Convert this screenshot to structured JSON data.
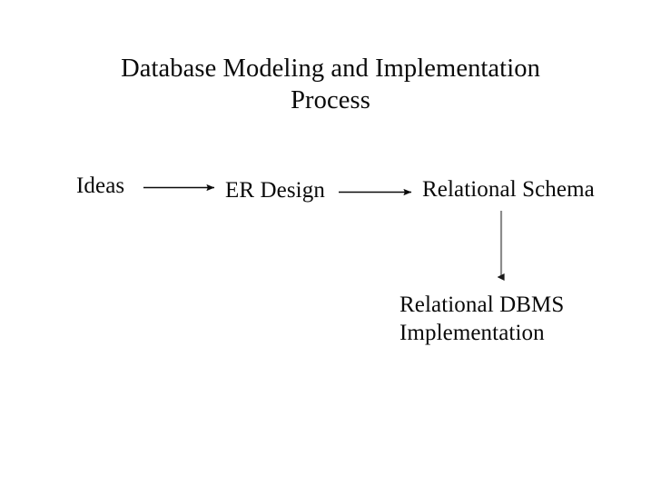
{
  "slide": {
    "background_color": "#ffffff",
    "title": "Database Modeling and Implementation\nProcess",
    "title_line_1": "Database Modeling and Implementation",
    "title_line_2": "Process"
  },
  "diagram": {
    "type": "flowchart",
    "text_color": "#0a0a0a",
    "nodes": [
      {
        "id": "ideas",
        "label": "Ideas"
      },
      {
        "id": "er-design",
        "label": "ER Design"
      },
      {
        "id": "relational-schema",
        "label": "Relational Schema"
      },
      {
        "id": "dbms-implementation",
        "label": "Relational DBMS\nImplementation"
      }
    ],
    "connectors": [
      {
        "id": "ideas-to-er-design",
        "from": "ideas",
        "to": "er-design",
        "direction": "right",
        "color": "#0a0a0a"
      },
      {
        "id": "er-design-to-relational-schema",
        "from": "er-design",
        "to": "relational-schema",
        "direction": "right",
        "color": "#0a0a0a"
      },
      {
        "id": "relational-schema-to-dbms",
        "from": "relational-schema",
        "to": "dbms-implementation",
        "direction": "down",
        "color": "#8c8c8c"
      }
    ]
  }
}
